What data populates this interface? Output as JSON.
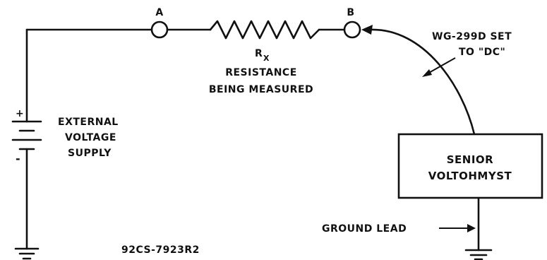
{
  "nodes": {
    "a_label": "A",
    "b_label": "B"
  },
  "resistor": {
    "symbol_main": "R",
    "symbol_sub": "X",
    "caption_line1": "RESISTANCE",
    "caption_line2": "BEING MEASURED"
  },
  "supply": {
    "plus": "+",
    "minus": "-",
    "line1": "EXTERNAL",
    "line2": "VOLTAGE",
    "line3": "SUPPLY"
  },
  "probe": {
    "line1": "WG-299D SET",
    "line2": "TO \"DC\""
  },
  "meter": {
    "line1": "SENIOR",
    "line2": "VOLTOHMYST"
  },
  "ground_lead_label": "GROUND LEAD",
  "drawing_number": "92CS-7923R2",
  "colors": {
    "ink": "#111111",
    "paper": "#ffffff"
  }
}
